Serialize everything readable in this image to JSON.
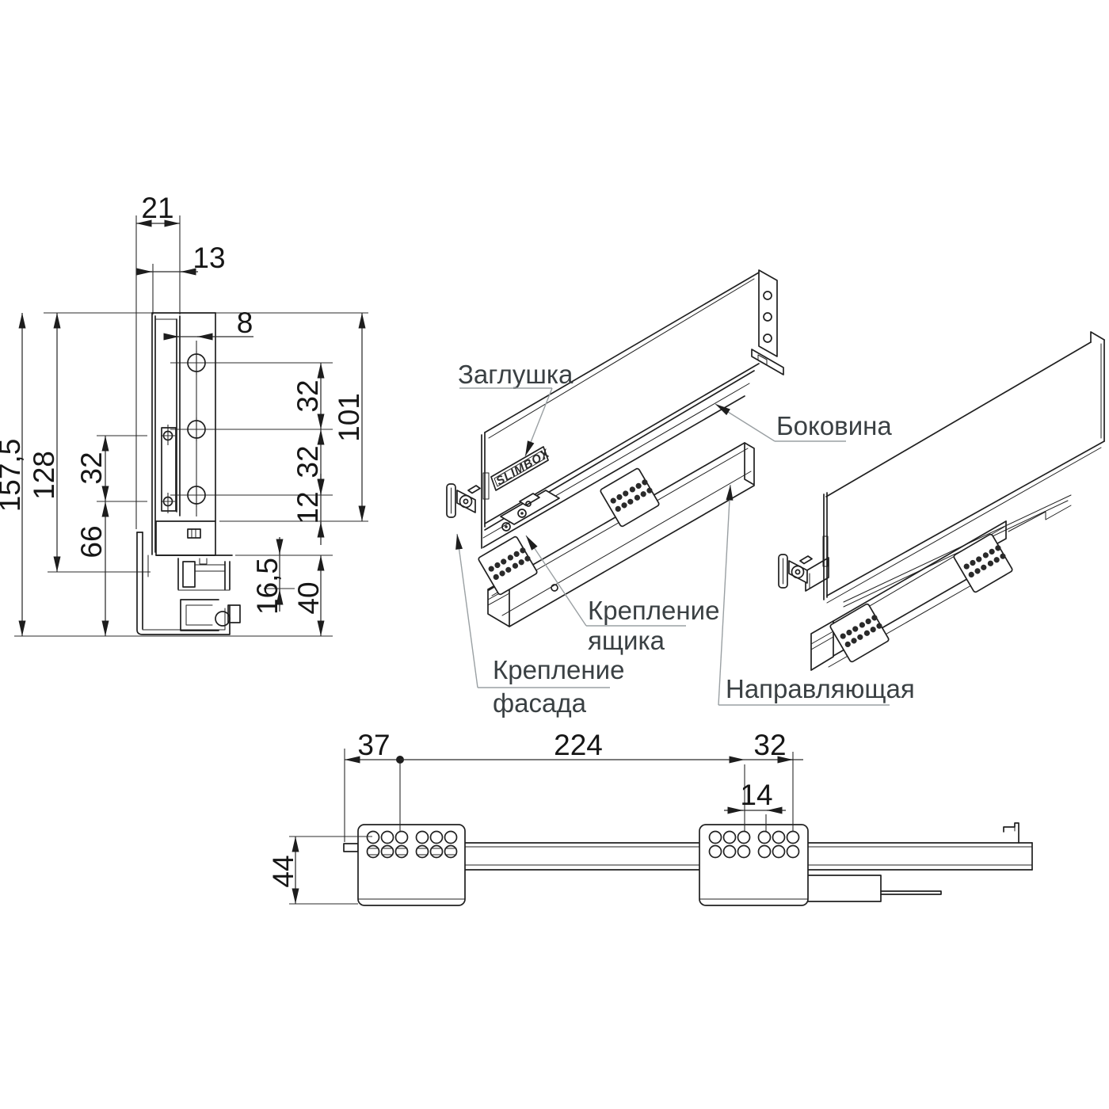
{
  "drawing": {
    "brand_plate_text": "SLIMBOX",
    "part_labels": {
      "cap": "Заглушка",
      "side_panel": "Боковина",
      "drawer_mount": [
        "Крепление",
        "ящика"
      ],
      "facade_mount": [
        "Крепление",
        "фасада"
      ],
      "rail": "Направляющая"
    },
    "section_view": {
      "d21": "21",
      "d13": "13",
      "d8": "8",
      "d157_5": "157,5",
      "d128": "128",
      "d32_left": "32",
      "d66": "66",
      "d32_top": "32",
      "d101": "101",
      "d32_mid": "32",
      "d12": "12",
      "d16_5": "16,5",
      "d40": "40"
    },
    "plan_view": {
      "d37": "37",
      "d224": "224",
      "d32": "32",
      "d14": "14",
      "d44": "44"
    }
  }
}
